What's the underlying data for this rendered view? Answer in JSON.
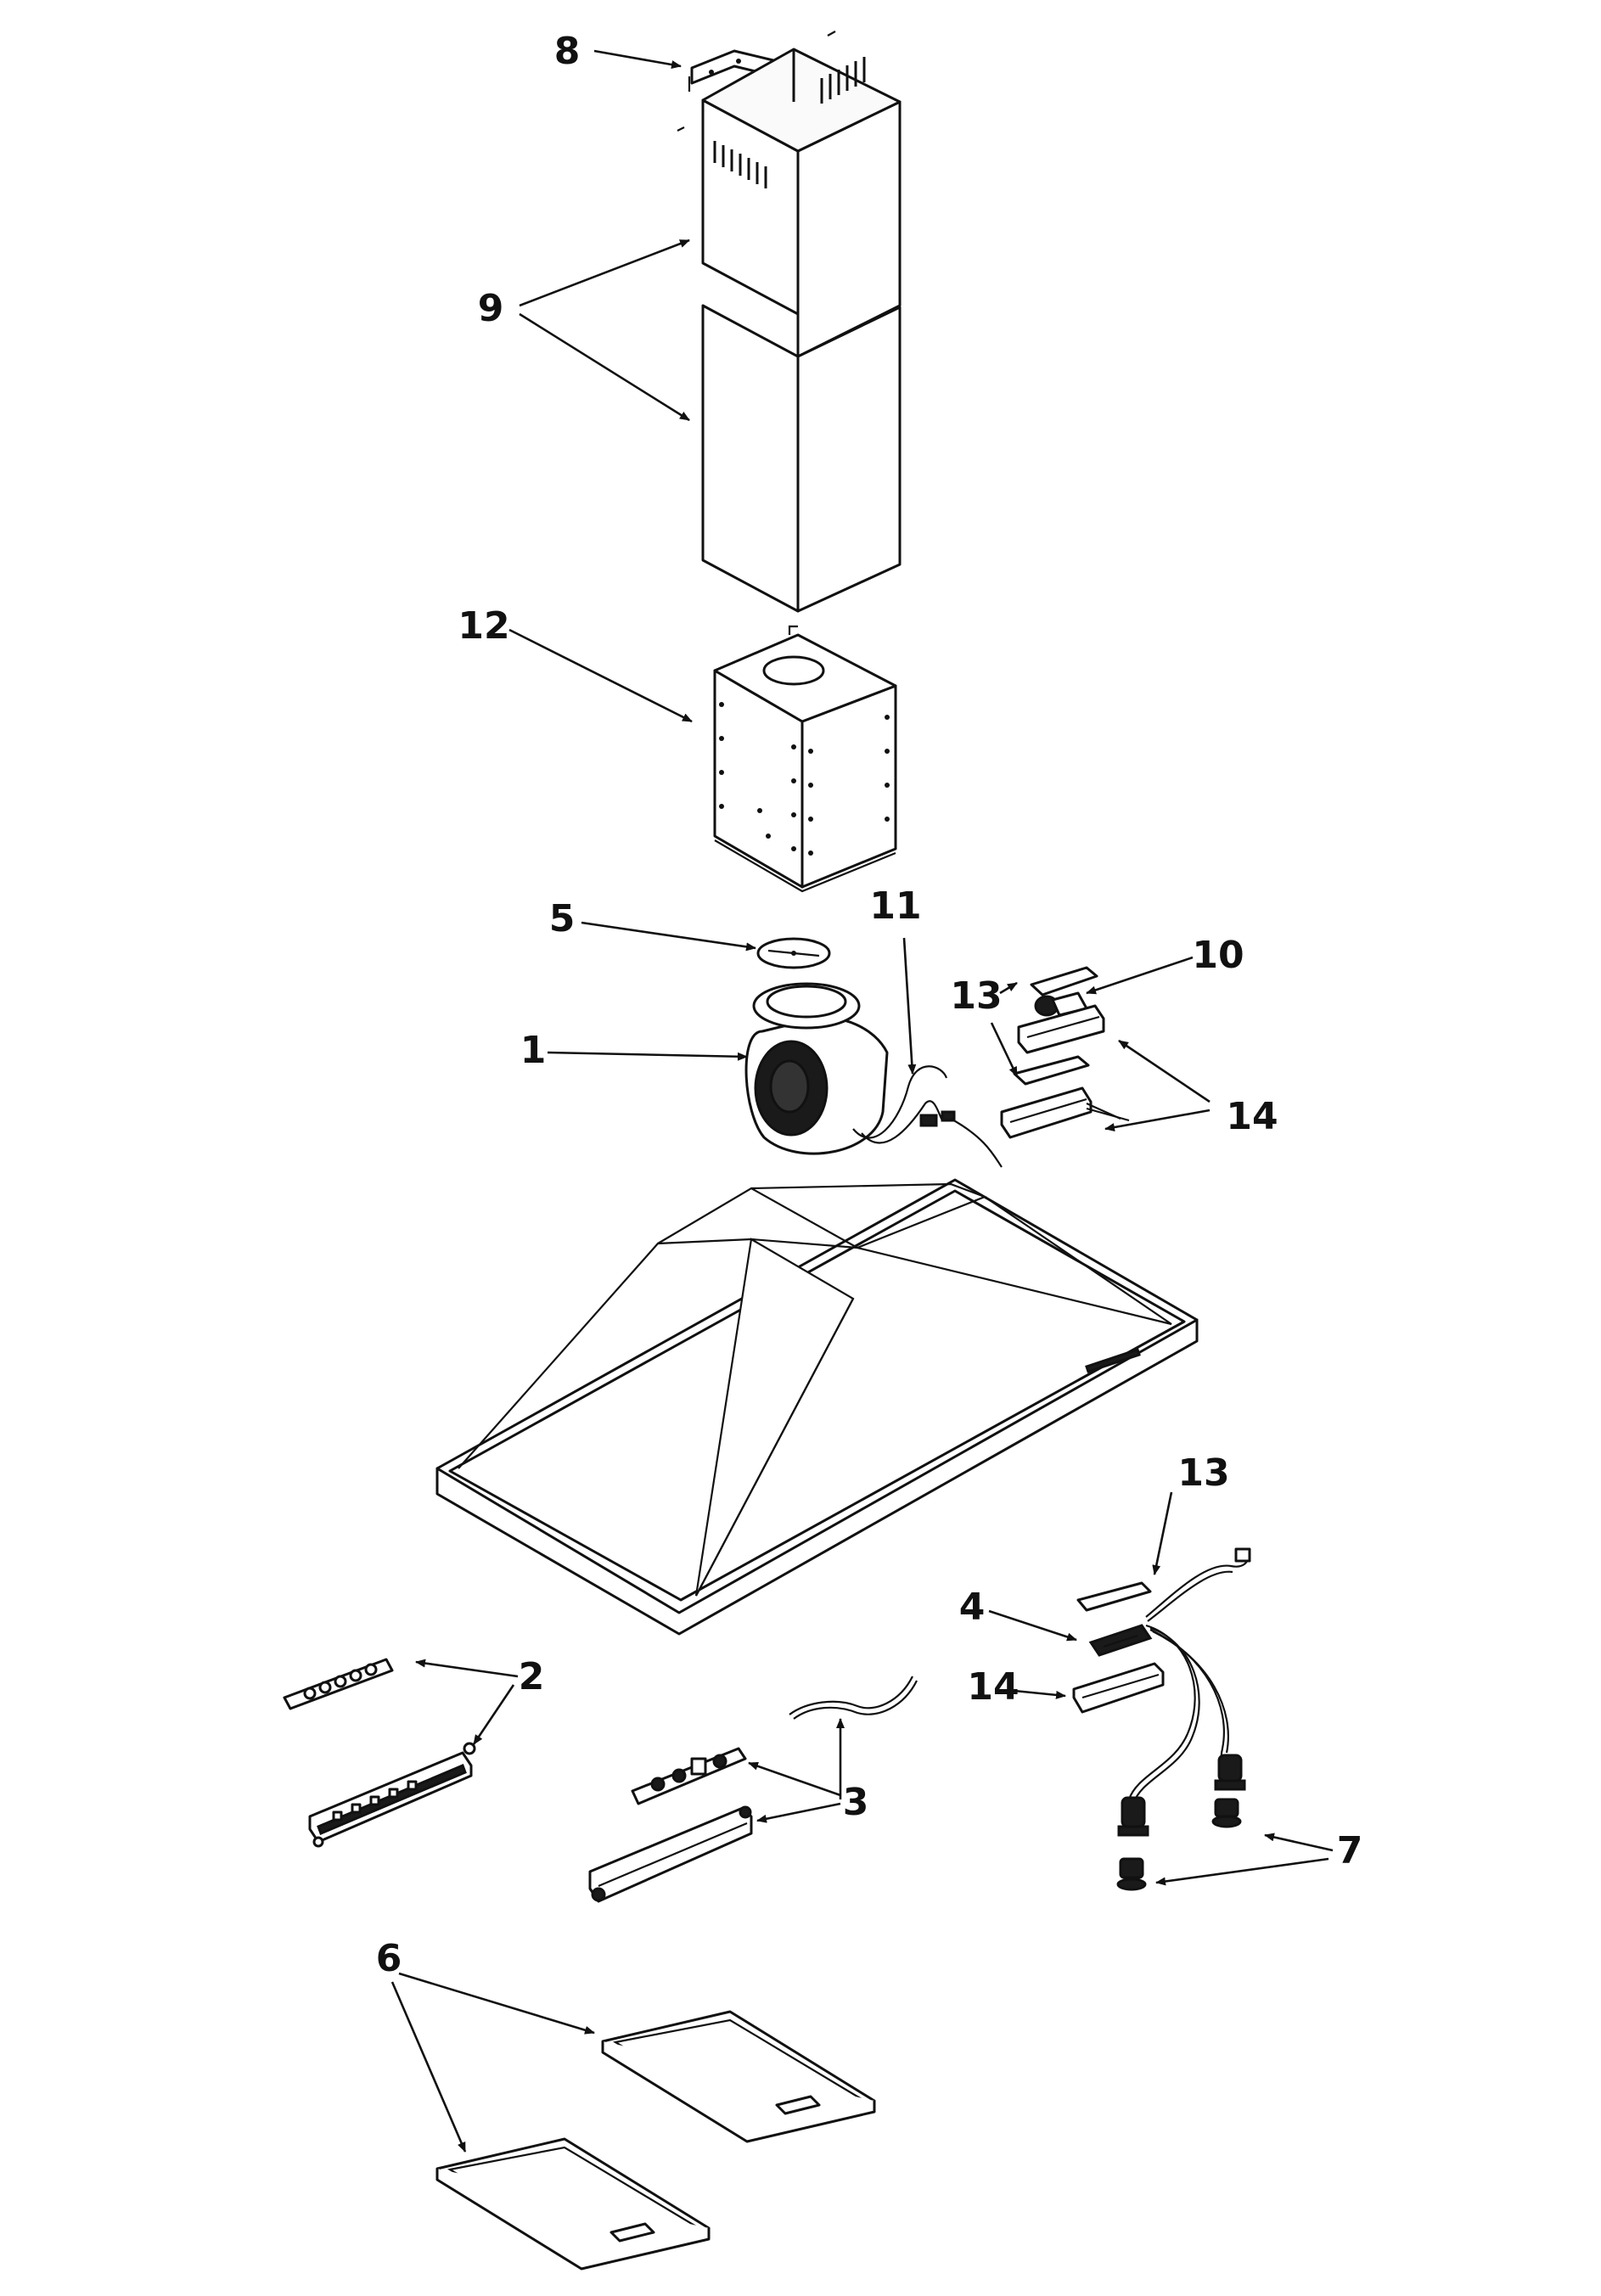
{
  "callouts": {
    "c1": "1",
    "c2": "2",
    "c3": "3",
    "c4": "4",
    "c5": "5",
    "c6": "6",
    "c7": "7",
    "c8": "8",
    "c9": "9",
    "c10": "10",
    "c11": "11",
    "c12": "12",
    "c13a": "13",
    "c13b": "13",
    "c14a": "14",
    "c14b": "14"
  },
  "colors": {
    "line": "#111111",
    "background": "#ffffff"
  }
}
